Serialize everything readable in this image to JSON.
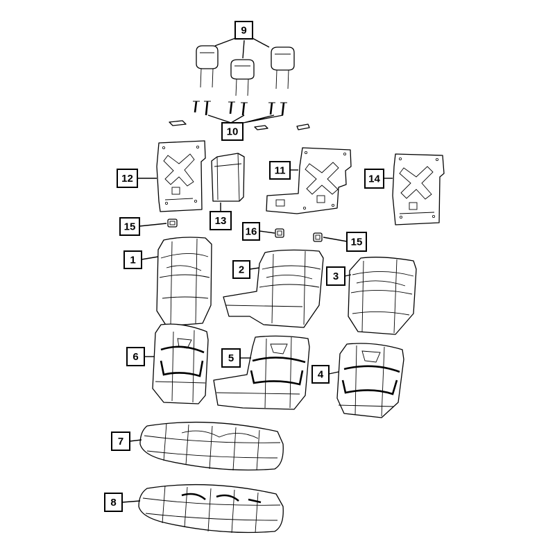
{
  "colors": {
    "line": "#000000",
    "background": "#ffffff"
  },
  "callouts": {
    "c1": "1",
    "c2": "2",
    "c3": "3",
    "c4": "4",
    "c5": "5",
    "c6": "6",
    "c7": "7",
    "c8": "8",
    "c9": "9",
    "c10": "10",
    "c11": "11",
    "c12": "12",
    "c13": "13",
    "c14": "14",
    "c15a": "15",
    "c15b": "15",
    "c16": "16"
  }
}
